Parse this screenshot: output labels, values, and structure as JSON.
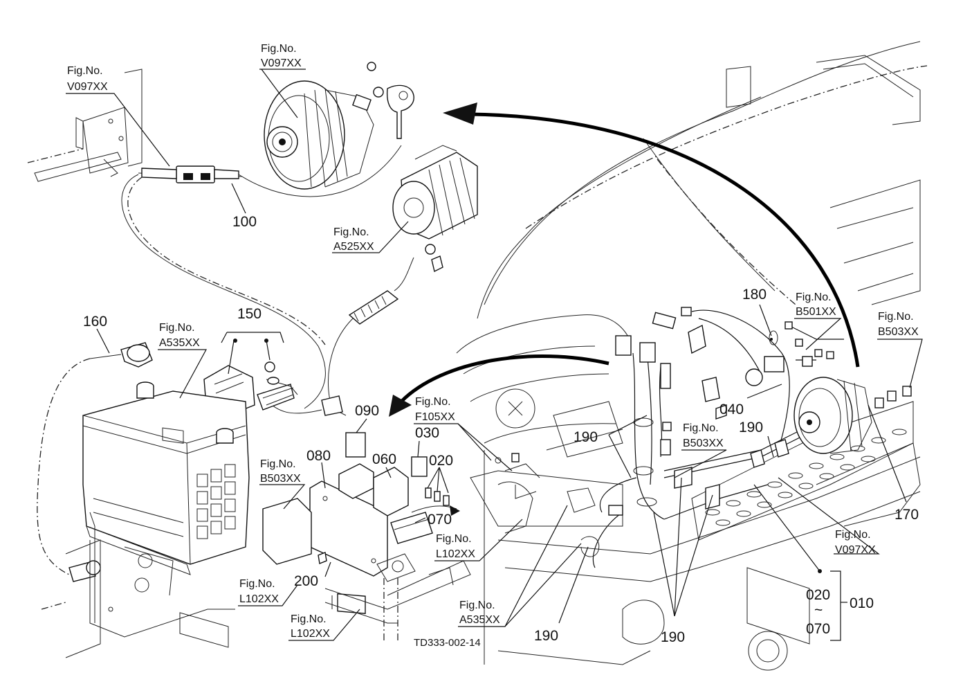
{
  "diagram_code": "TD333-002-14",
  "part_numbers": {
    "p010": "010",
    "p020": "020",
    "p020_range": "020",
    "p030": "030",
    "p040": "040",
    "p060": "060",
    "p070": "070",
    "p070_range": "070",
    "p080": "080",
    "p090": "090",
    "p100": "100",
    "p150": "150",
    "p160": "160",
    "p170": "170",
    "p180": "180",
    "p190_a": "190",
    "p190_b": "190",
    "p190_c": "190",
    "p190_d": "190",
    "p200": "200",
    "tilde": "~"
  },
  "fig_refs": {
    "prefix": "Fig.No.",
    "v097_top_left": "V097XX",
    "v097_top": "V097XX",
    "a525": "A525XX",
    "a535_battery": "A535XX",
    "b503_left": "B503XX",
    "l102_left": "L102XX",
    "l102_bottom": "L102XX",
    "f105": "F105XX",
    "l102_mid": "L102XX",
    "a535_mid": "A535XX",
    "b503_mid": "B503XX",
    "b501": "B501XX",
    "b503_right": "B503XX",
    "v097_right": "V097XX"
  }
}
